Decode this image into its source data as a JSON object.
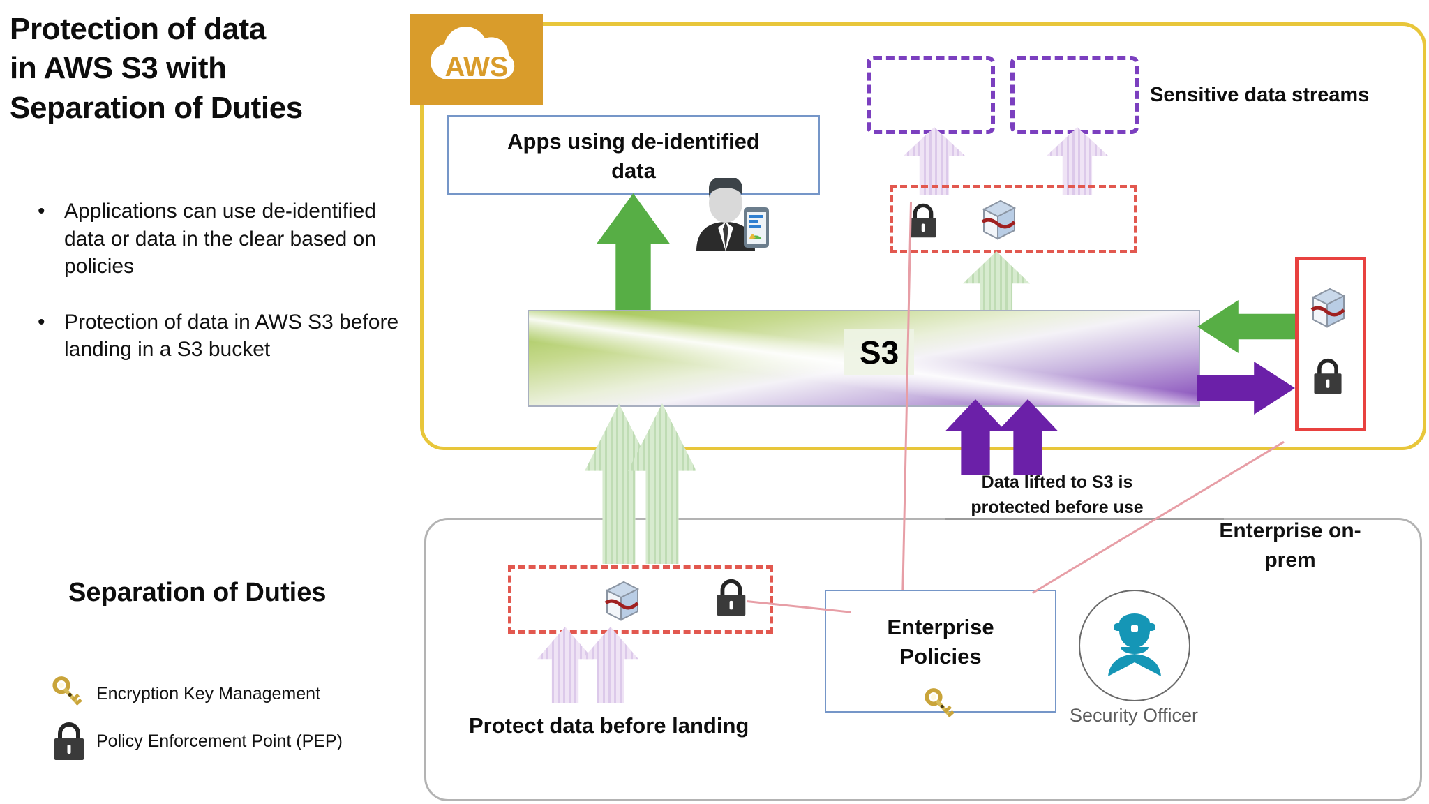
{
  "slide": {
    "title_lines": [
      "Protection of data",
      "in AWS S3 with",
      "Separation of Duties"
    ],
    "bullets": [
      {
        "marker": "•",
        "text": "Applications can use de-identified data or data in the clear based on policies"
      },
      {
        "marker": "•",
        "text": "Protection of data in AWS S3 before landing in a S3 bucket"
      }
    ],
    "legend_heading": "Separation of Duties",
    "legend": [
      {
        "icon": "key-icon",
        "label": "Encryption Key Management"
      },
      {
        "icon": "padlock-icon",
        "label": "Policy Enforcement Point (PEP)"
      }
    ]
  },
  "diagram": {
    "cloud_badge": {
      "icon": "aws-cloud-icon",
      "label": "AWS"
    },
    "apps_box": {
      "line1": "Apps using de-identified",
      "line2": "data"
    },
    "person_icon": "businessman-with-phone-icon",
    "sensitive_streams_label": "Sensitive data streams",
    "storage_bar_label": "S3",
    "lifted_note": {
      "line1": "Data lifted to S3 is",
      "line2": "protected before use"
    },
    "on_prem_label": {
      "line1": "Enterprise on-",
      "line2": "prem"
    },
    "protect_note": "Protect data before landing",
    "policies_box": {
      "line1": "Enterprise",
      "line2": "Policies",
      "icon": "key-icon"
    },
    "officer": {
      "icon": "security-officer-icon",
      "caption": "Security Officer"
    },
    "pep_icons": [
      "padlock-icon",
      "secured-package-icon"
    ],
    "colors": {
      "aws_orange": "#D99C2B",
      "cloud_frame_yellow": "#E8C63A",
      "on_prem_frame_gray": "#B3B3B3",
      "stream_dash_purple": "#7B3FBF",
      "pep_dash_red": "#E2584F",
      "pep_box_red": "#E8413F",
      "box_border_blue": "#7596C8",
      "arrow_green": "#57AE45",
      "arrow_purple": "#6B20A8",
      "officer_teal": "#1596B6",
      "connector_pink": "#E79EA6"
    }
  }
}
